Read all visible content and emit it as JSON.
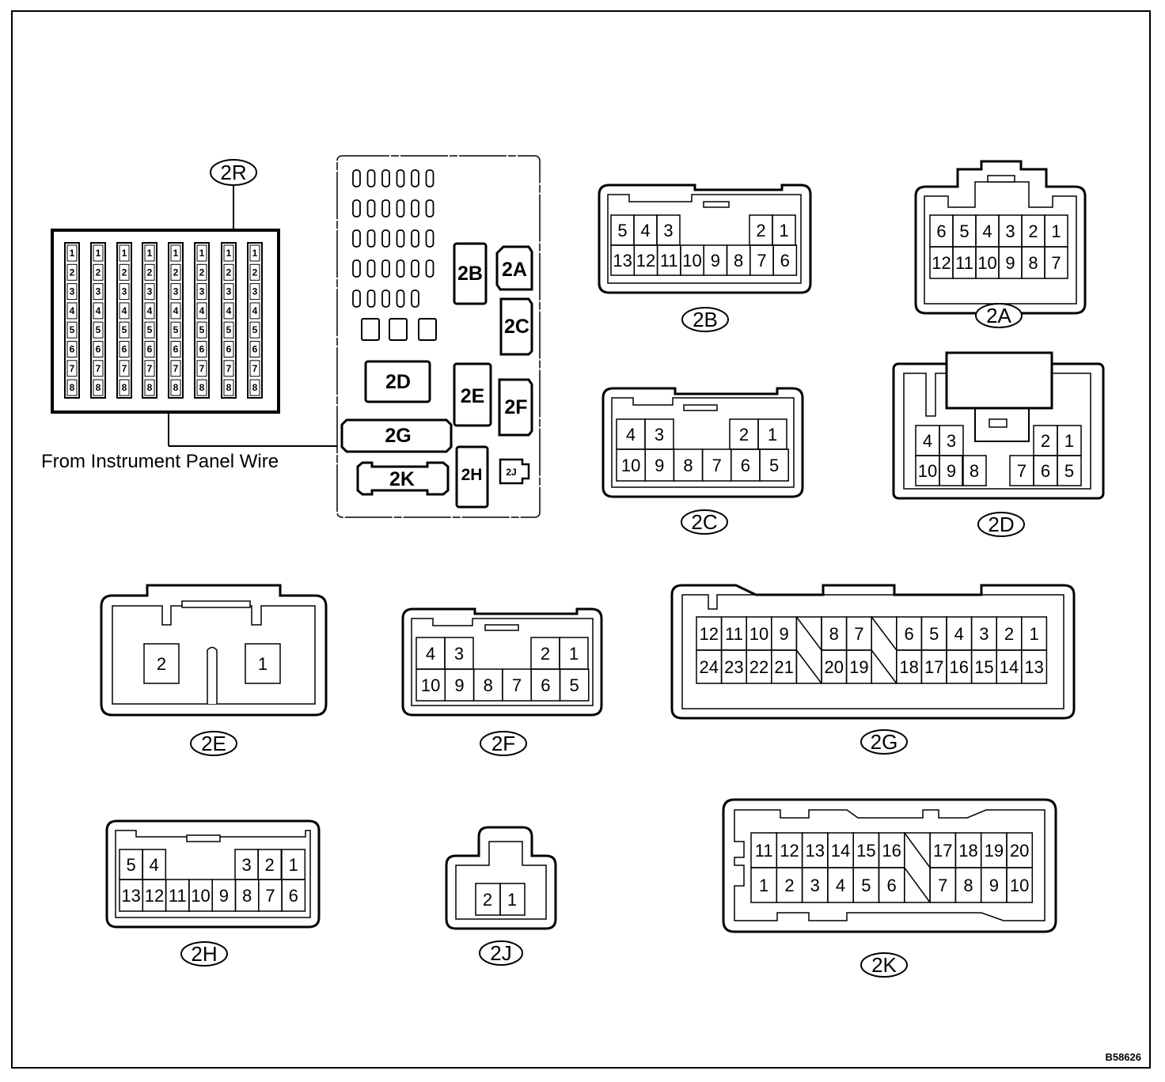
{
  "figure_code": "B58626",
  "caption": "From Instrument Panel Wire",
  "connector_2R": {
    "label": "2R",
    "pins": [
      "1",
      "2",
      "3",
      "4",
      "5",
      "6",
      "7",
      "8"
    ]
  },
  "junction_block": {
    "labels": [
      "2A",
      "2B",
      "2C",
      "2D",
      "2E",
      "2F",
      "2G",
      "2H",
      "2J",
      "2K"
    ]
  },
  "connectors": {
    "2B": {
      "label": "2B",
      "top_row": [
        "5",
        "4",
        "3",
        "2",
        "1"
      ],
      "bottom_row": [
        "13",
        "12",
        "11",
        "10",
        "9",
        "8",
        "7",
        "6"
      ]
    },
    "2A": {
      "label": "2A",
      "top_row": [
        "6",
        "5",
        "4",
        "3",
        "2",
        "1"
      ],
      "bottom_row": [
        "12",
        "11",
        "10",
        "9",
        "8",
        "7"
      ]
    },
    "2C": {
      "label": "2C",
      "top_row": [
        "4",
        "3",
        "2",
        "1"
      ],
      "bottom_row": [
        "10",
        "9",
        "8",
        "7",
        "6",
        "5"
      ]
    },
    "2D": {
      "label": "2D",
      "top_row": [
        "4",
        "3",
        "2",
        "1"
      ],
      "bottom_row": [
        "10",
        "9",
        "8",
        "7",
        "6",
        "5"
      ]
    },
    "2E": {
      "label": "2E",
      "pins": [
        "2",
        "1"
      ]
    },
    "2F": {
      "label": "2F",
      "top_row": [
        "4",
        "3",
        "2",
        "1"
      ],
      "bottom_row": [
        "10",
        "9",
        "8",
        "7",
        "6",
        "5"
      ]
    },
    "2G": {
      "label": "2G",
      "top_row": [
        "12",
        "11",
        "10",
        "9",
        "8",
        "7",
        "6",
        "5",
        "4",
        "3",
        "2",
        "1"
      ],
      "bottom_row": [
        "24",
        "23",
        "22",
        "21",
        "20",
        "19",
        "18",
        "17",
        "16",
        "15",
        "14",
        "13"
      ]
    },
    "2H": {
      "label": "2H",
      "top_row": [
        "5",
        "4",
        "3",
        "2",
        "1"
      ],
      "bottom_row": [
        "13",
        "12",
        "11",
        "10",
        "9",
        "8",
        "7",
        "6"
      ]
    },
    "2J": {
      "label": "2J",
      "pins": [
        "2",
        "1"
      ]
    },
    "2K": {
      "label": "2K",
      "top_row": [
        "11",
        "12",
        "13",
        "14",
        "15",
        "16",
        "17",
        "18",
        "19",
        "20"
      ],
      "bottom_row": [
        "1",
        "2",
        "3",
        "4",
        "5",
        "6",
        "7",
        "8",
        "9",
        "10"
      ]
    }
  }
}
